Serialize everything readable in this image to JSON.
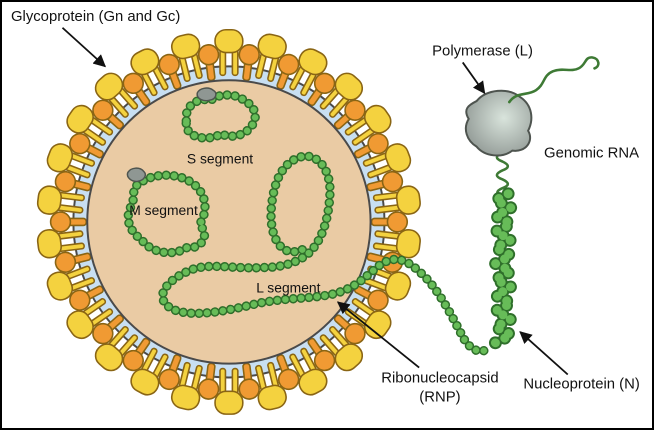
{
  "diagram": {
    "labels": {
      "glycoprotein": "Glycoprotein (Gn and Gc)",
      "polymerase": "Polymerase (L)",
      "genomic_rna": "Genomic RNA",
      "s_segment": "S segment",
      "m_segment": "M segment",
      "l_segment": "L segment",
      "rnp_line1": "Ribonucleocapsid",
      "rnp_line2": "(RNP)",
      "nucleoprotein": "Nucleoprotein (N)"
    },
    "colors": {
      "spike_yellow": "#F4D23F",
      "spike_orange": "#F09A33",
      "spike_outline": "#8A6514",
      "membrane_blue": "#C8DFF2",
      "membrane_outline": "#4A4A4A",
      "interior_tan": "#EACBA4",
      "bead_green": "#67BC58",
      "bead_outline": "#2F6F2B",
      "rna_green": "#3E7A35",
      "polymerase_gray": "#8F9793",
      "polymerase_light": "#D9E4DC",
      "polymerase_outline": "#4E544F",
      "arrow_black": "#111111",
      "background": "#FFFFFF",
      "border": "#000000"
    }
  }
}
